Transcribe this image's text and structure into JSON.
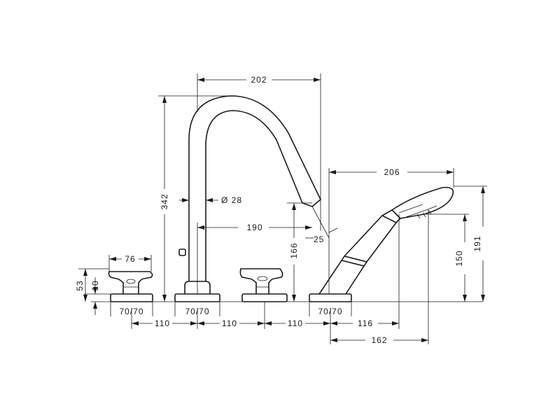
{
  "dimensions": {
    "top_width": "202",
    "total_height": "342",
    "pipe_diameter": "Ø 28",
    "spout_reach": "190",
    "spout_height": "166",
    "spout_angle": "25",
    "handle_width": "76",
    "handle_height": "53",
    "handle_base_height": "10",
    "base_1": "70/70",
    "base_2": "70/70",
    "base_3": "70/70",
    "spacing_1": "110",
    "spacing_2": "110",
    "spacing_3": "110",
    "hand_shower_reach": "206",
    "hand_shower_height_150": "150",
    "hand_shower_height_191": "191",
    "hose_offset_116": "116",
    "hose_offset_162": "162"
  }
}
